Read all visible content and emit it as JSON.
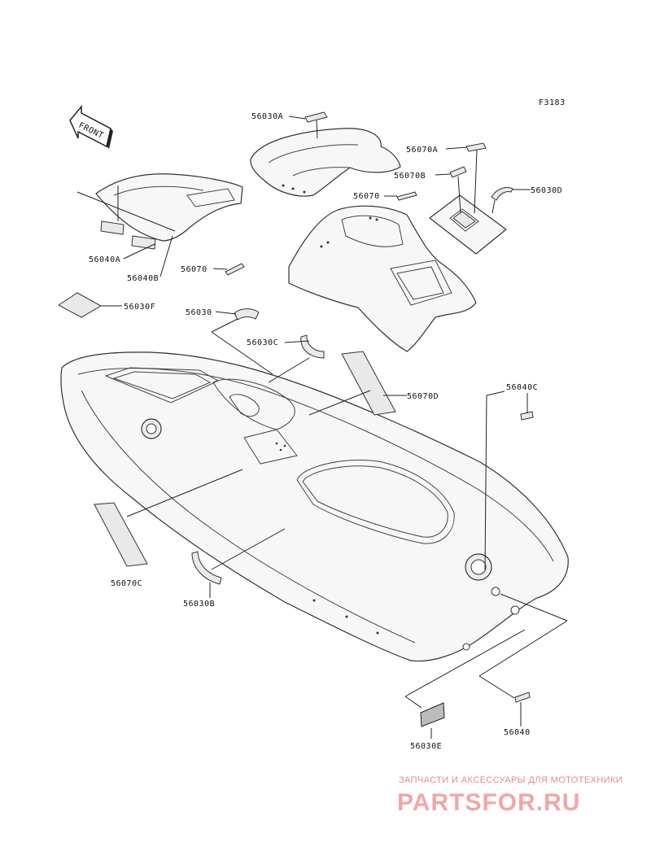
{
  "figure_id": "F3183",
  "front_arrow": {
    "label": "FRONT"
  },
  "parts": [
    {
      "id": "56030A"
    },
    {
      "id": "56070A"
    },
    {
      "id": "56070B"
    },
    {
      "id": "56030D"
    },
    {
      "id": "56070"
    },
    {
      "id": "56040A"
    },
    {
      "id": "56040B"
    },
    {
      "id": "56070"
    },
    {
      "id": "56030F"
    },
    {
      "id": "56030"
    },
    {
      "id": "56030C"
    },
    {
      "id": "56070D"
    },
    {
      "id": "56040C"
    },
    {
      "id": "56070C"
    },
    {
      "id": "56030B"
    },
    {
      "id": "56030E"
    },
    {
      "id": "56040"
    }
  ],
  "watermark": {
    "tagline": "ЗАПЧАСТИ И АКСЕССУАРЫ ДЛЯ МОТОТЕХНИКИ",
    "logo": "PARTSFOR.RU"
  },
  "colors": {
    "line": "#222222",
    "watermark": "#f2a6a6"
  }
}
